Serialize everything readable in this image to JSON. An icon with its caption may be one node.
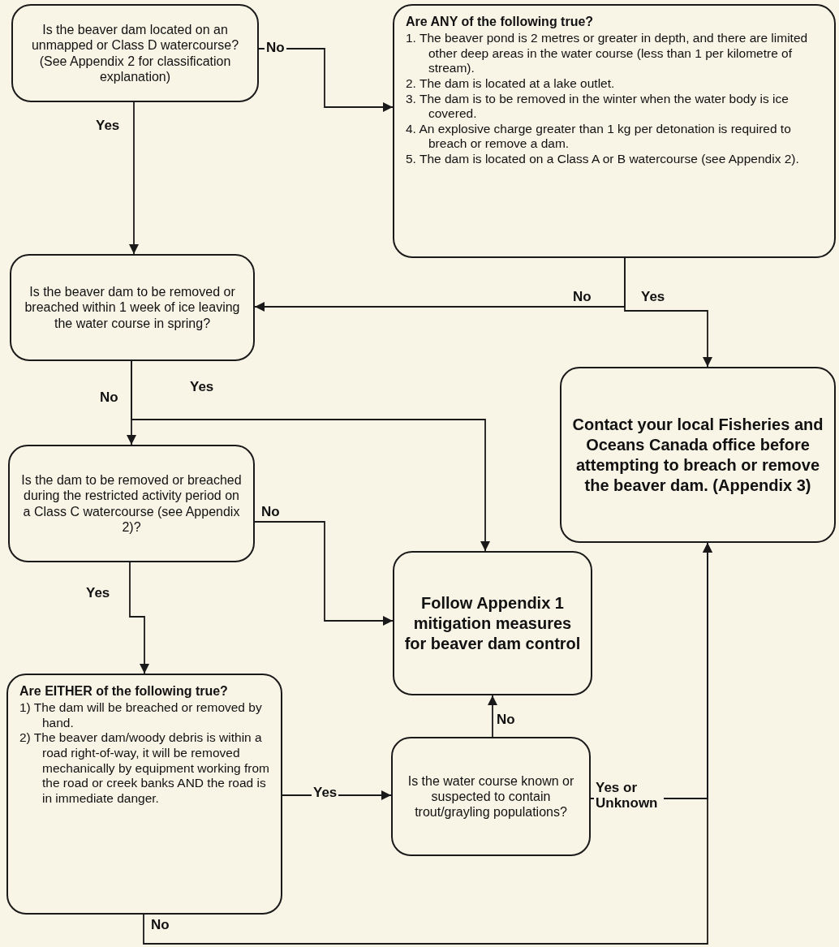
{
  "diagram": {
    "nodes": [
      {
        "text": [
          "Is the beaver dam located on an unmapped or Class D watercourse? (See Appendix 2 for classification explanation)"
        ]
      },
      {
        "text": [
          "Are ANY of the following true?",
          "1. The beaver pond is 2 metres or greater in depth, and there are limited other deep areas in the water course (less than 1 per kilometre of stream).",
          "2. The dam is located at a lake outlet.",
          "3. The dam is to be removed in the winter when the water body is ice covered.",
          "4. An explosive charge greater than 1 kg per detonation is required to breach or remove a dam.",
          "5. The dam is located on a Class A or B watercourse (see Appendix 2)."
        ]
      },
      {
        "text": [
          "Is the beaver dam to be removed or breached within 1 week of ice leaving the water course in spring?"
        ]
      },
      {
        "text": [
          "Is the dam to be removed or breached during the restricted activity period on a Class C watercourse (see Appendix 2)?"
        ]
      },
      {
        "text": [
          "Follow Appendix 1 mitigation measures for beaver dam control"
        ]
      },
      {
        "text": [
          "Contact your local Fisheries and Oceans Canada office before attempting to breach or remove the beaver dam. (Appendix 3)"
        ]
      },
      {
        "text": [
          "Are EITHER of the following true?",
          "1) The dam will be breached or removed by hand.",
          "2) The beaver dam/woody debris is within a road right-of-way, it will be removed mechanically by equipment working from the road or creek banks AND the road is in immediate danger."
        ]
      },
      {
        "text": [
          "Is the water course known or suspected to contain trout/grayling populations?"
        ]
      }
    ],
    "edges": [
      {
        "from": 0,
        "to": 2,
        "arrow": "to",
        "label": "Yes"
      },
      {
        "from": 0,
        "to": 1,
        "arrow": "to",
        "label": "No"
      },
      {
        "from": 1,
        "to": 2,
        "arrow": "to",
        "label": "No"
      },
      {
        "from": 1,
        "to": 5,
        "arrow": "to",
        "label": "Yes"
      },
      {
        "from": 2,
        "to": 3,
        "arrow": "to",
        "label": "No"
      },
      {
        "from": 2,
        "to": 4,
        "arrow": "to",
        "label": "Yes"
      },
      {
        "from": 3,
        "to": 4,
        "arrow": "to",
        "label": "No"
      },
      {
        "from": 3,
        "to": 6,
        "arrow": "to",
        "label": "Yes"
      },
      {
        "from": 6,
        "to": 7,
        "arrow": "to",
        "label": "Yes"
      },
      {
        "from": 7,
        "to": 4,
        "arrow": "to",
        "label": "No"
      },
      {
        "from": 7,
        "to": 5,
        "arrow": "to",
        "label": "Yes or Unknown"
      },
      {
        "from": 6,
        "to": 5,
        "arrow": "to",
        "label": "No"
      }
    ]
  }
}
